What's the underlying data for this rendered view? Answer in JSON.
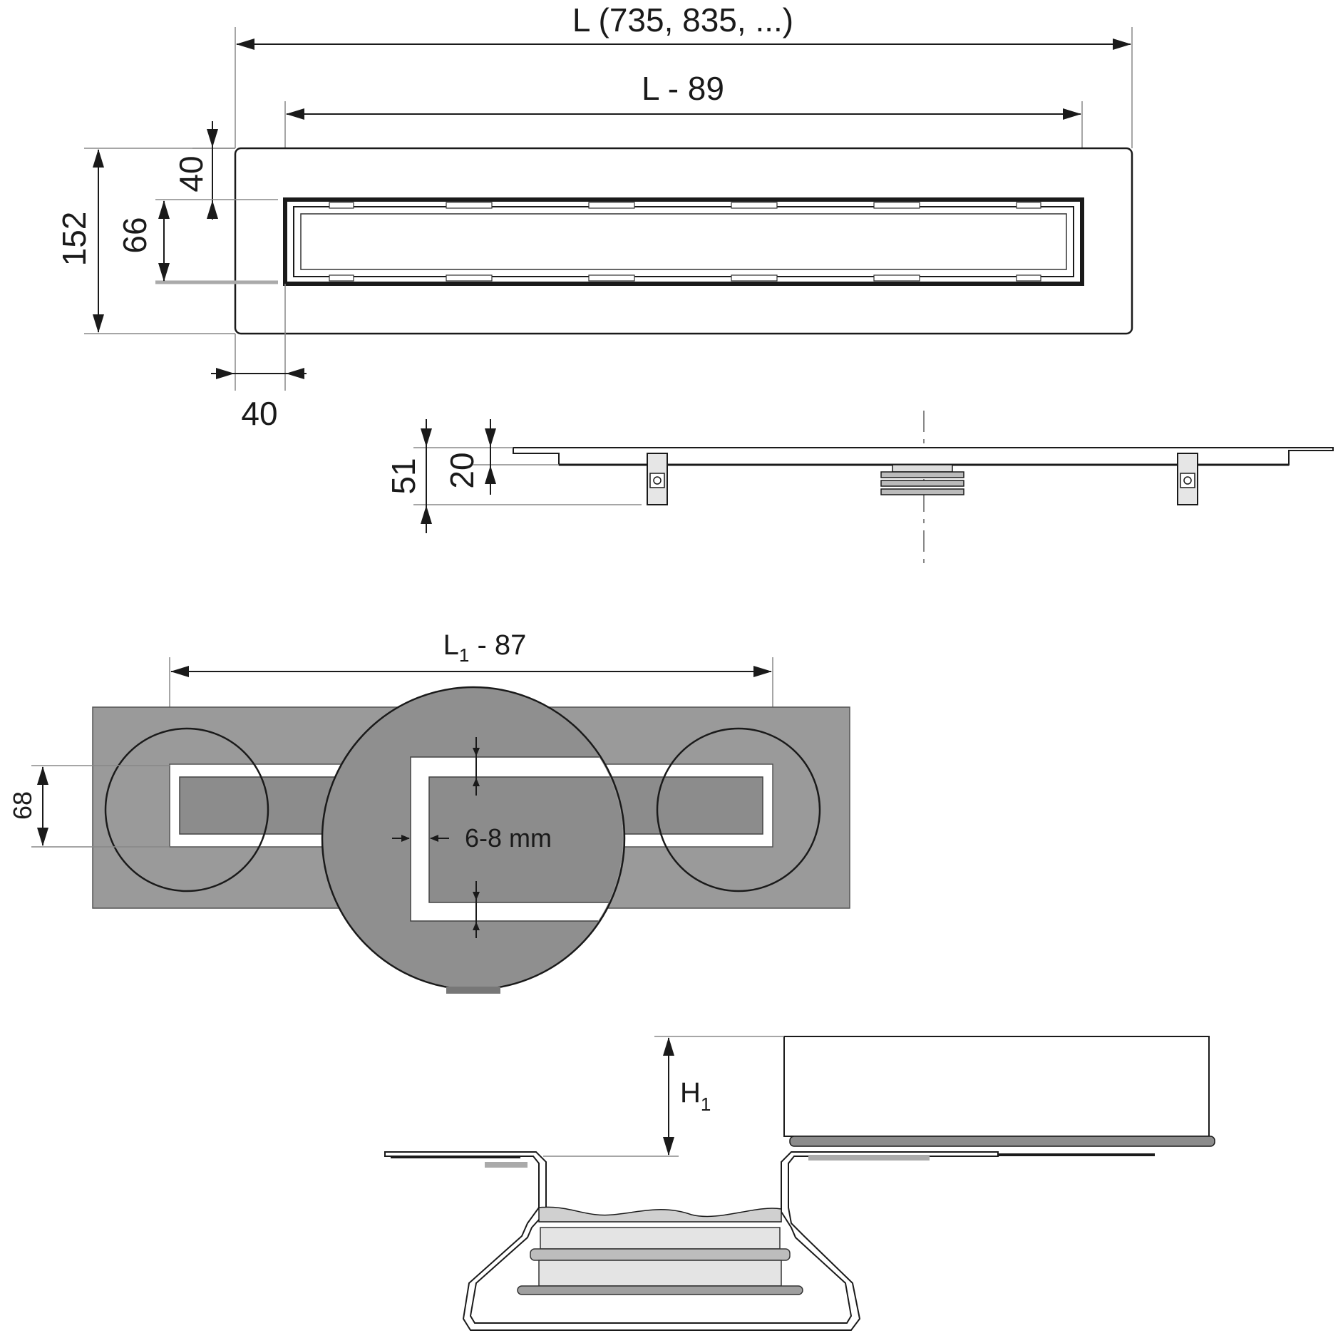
{
  "top_view": {
    "total_length_label": "L (735, 835, ...)",
    "inner_length_label": "L - 89",
    "height_label": "152",
    "top_offset_label": "40",
    "slot_width_label": "66",
    "side_offset_label": "40"
  },
  "side_view": {
    "total_height_label": "51",
    "flange_height_label": "20"
  },
  "grate_detail": {
    "length_label_main": "L",
    "length_label_sub": "1",
    "length_label_suffix": " - 87",
    "width_label": "68",
    "gap_label": "6-8 mm"
  },
  "section_view": {
    "height_label_main": "H",
    "height_label_sub": "1"
  },
  "colors": {
    "line": "#1a1a1a",
    "panel_gray": "#9a9a9a",
    "panel_dark": "#8c8c8c",
    "background": "#ffffff"
  }
}
